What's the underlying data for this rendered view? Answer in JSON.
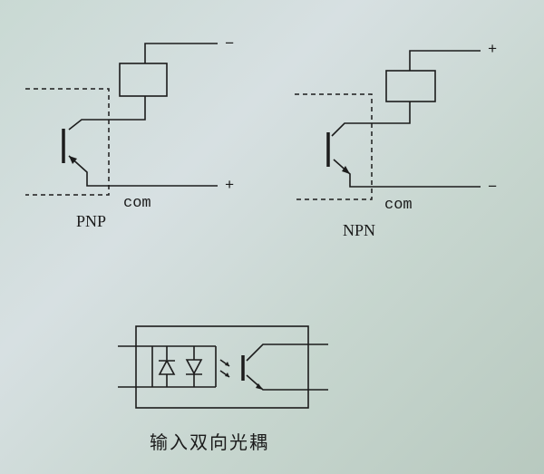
{
  "pnp": {
    "label": "PNP",
    "terminal_top": "−",
    "terminal_bottom": "+",
    "com": "com"
  },
  "npn": {
    "label": "NPN",
    "terminal_top": "+",
    "terminal_bottom": "−",
    "com": "com"
  },
  "optocoupler": {
    "caption": "输入双向光耦"
  }
}
